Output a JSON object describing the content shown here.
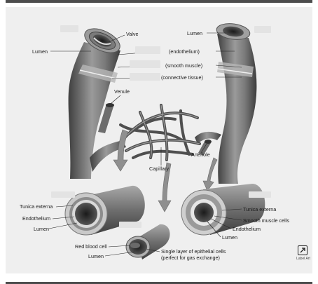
{
  "labels": {
    "valve": "Valve",
    "lumen_vein": "Lumen",
    "lumen_artery": "Lumen",
    "endothelium_paren": "(endothelium)",
    "smooth_muscle_paren": "(smooth muscle)",
    "connective_tissue_paren": "(connective tissue)",
    "venule": "Venule",
    "capillary": "Capillary",
    "arteriole": "Arteriole",
    "tunica_externa_left": "Tunica externa",
    "endothelium_left": "Endothelium",
    "lumen_left": "Lumen",
    "red_blood_cell": "Red blood cell",
    "lumen_cap": "Lumen",
    "single_layer_1": "Single layer of epithelial cells",
    "single_layer_2": "(perfect for gas exchange)",
    "tunica_externa_right": "Tunica externa",
    "smooth_muscle_cells": "Smooth muscle cells",
    "endothelium_right": "Endothelium",
    "lumen_right": "Lumen"
  },
  "label_art": {
    "text": "Label Art",
    "icon": "external-link-icon"
  },
  "colors": {
    "vessel_dark": "#5a5a5a",
    "vessel_mid": "#8a8a8a",
    "vessel_light": "#b8b8b8",
    "panel": "#efefef"
  }
}
